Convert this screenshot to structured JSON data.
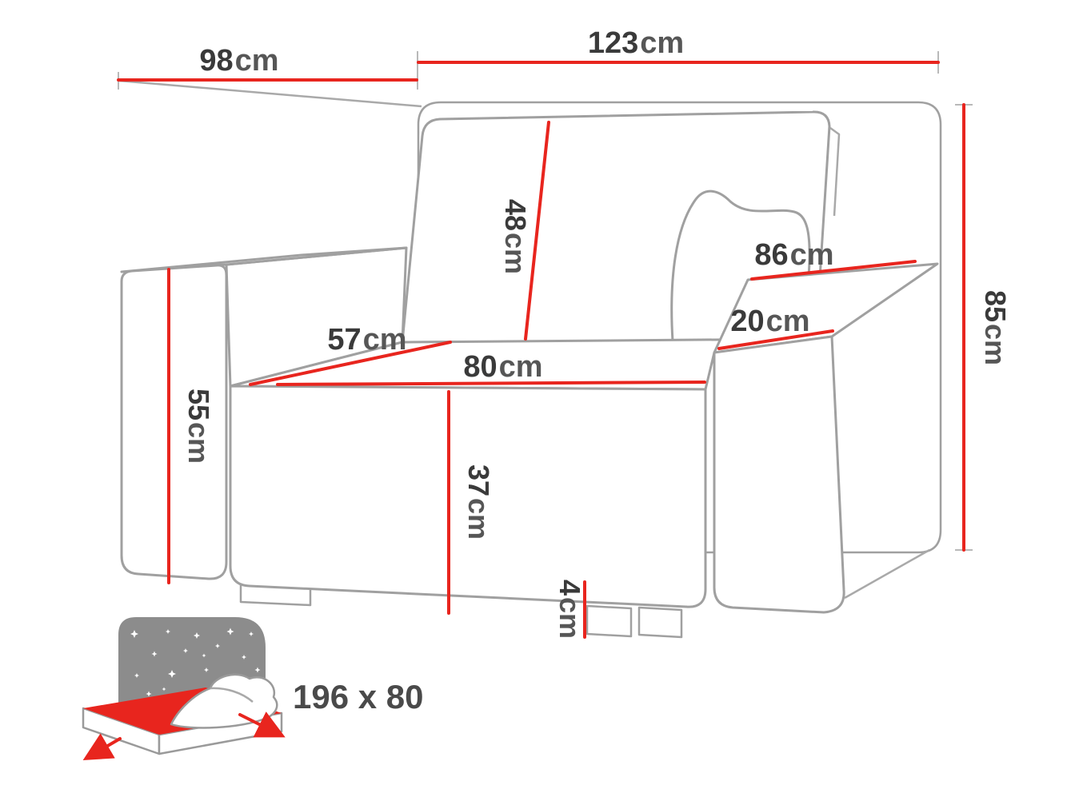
{
  "diagram": {
    "colors": {
      "dimension_line": "#e8251e",
      "outline": "#a0a0a0",
      "label_text": "#3a3a3a",
      "night_sky": "#8c8c8c"
    },
    "dimensions": {
      "depth": {
        "value": "98",
        "unit": "cm"
      },
      "width": {
        "value": "123",
        "unit": "cm"
      },
      "height": {
        "value": "85",
        "unit": "cm"
      },
      "backrest": {
        "value": "48",
        "unit": "cm"
      },
      "armrest_length": {
        "value": "86",
        "unit": "cm"
      },
      "armrest_width": {
        "value": "20",
        "unit": "cm"
      },
      "seat_depth": {
        "value": "57",
        "unit": "cm"
      },
      "seat_width": {
        "value": "80",
        "unit": "cm"
      },
      "armrest_height": {
        "value": "55",
        "unit": "cm"
      },
      "seat_height": {
        "value": "37",
        "unit": "cm"
      },
      "leg_height": {
        "value": "4",
        "unit": "cm"
      }
    },
    "sleeping_area": {
      "label": "196 x 80"
    }
  }
}
